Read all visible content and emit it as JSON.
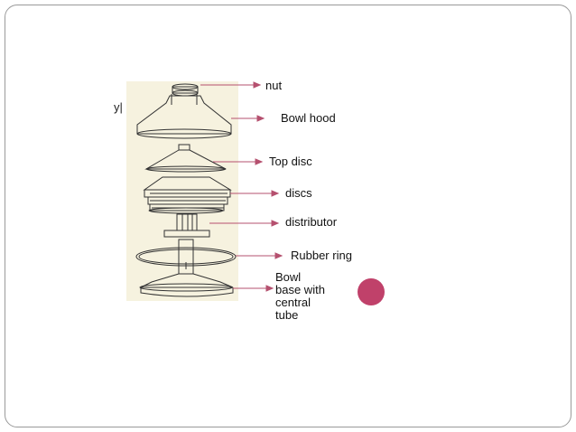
{
  "slide": {
    "labels": {
      "nut": "nut",
      "bowl_hood": "Bowl hood",
      "top_disc": "Top disc",
      "discs": "discs",
      "distributor": "distributor",
      "rubber_ring": "Rubber ring",
      "bowl_base": [
        "Bowl",
        "base with",
        "central",
        "tube"
      ]
    },
    "stray_text": "y|",
    "colors": {
      "arrow": "#b5506f",
      "accent_dot": "#c0416a",
      "photo_bg": "#f6f2df",
      "frame_border": "#9a9a9a"
    }
  }
}
